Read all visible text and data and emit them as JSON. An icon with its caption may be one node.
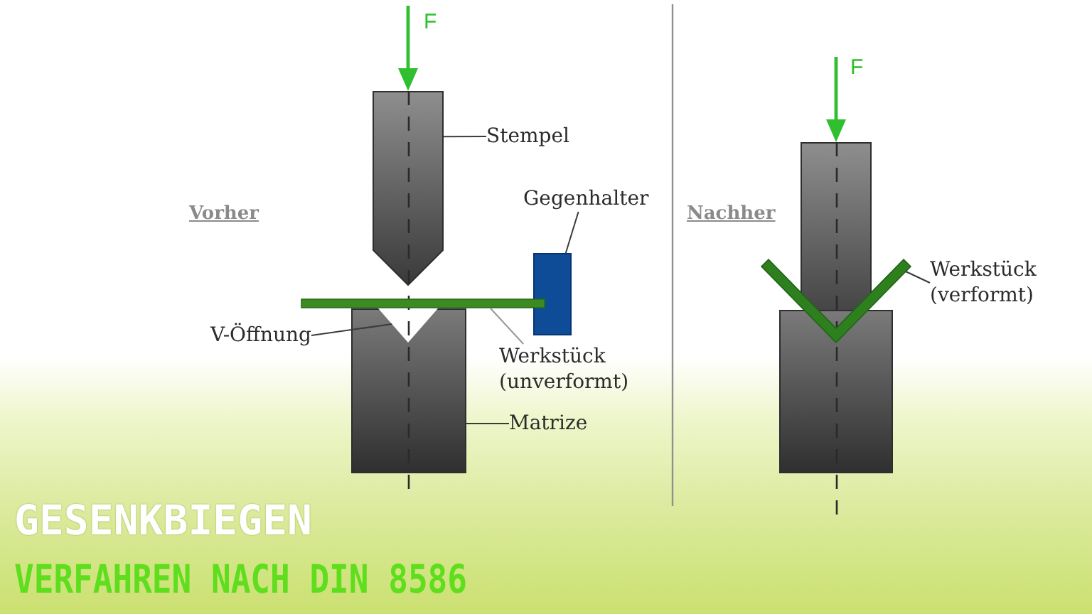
{
  "diagram": {
    "title": "GESENKBIEGEN",
    "caption": "VERFAHREN NACH DIN 8586",
    "nodes": [
      {
        "text": [
          "Stempel"
        ]
      },
      {
        "text": [],
        "shape": "pentagon"
      },
      {
        "text": [
          "Gegenhalter"
        ]
      },
      {
        "text": [],
        "shape": "box"
      },
      {
        "text": [],
        "shape": "bar"
      },
      {
        "text": [
          "V-Öffnung"
        ]
      },
      {
        "text": [],
        "shape": "box"
      },
      {
        "text": [],
        "shape": "triangle",
        "in": 6
      },
      {
        "text": [
          "Werkstück (unverformt)"
        ]
      },
      {
        "text": [
          "Matrize"
        ]
      },
      {
        "text": [
          "Werkstück (verformt)"
        ]
      },
      {
        "text": [],
        "shape": "bar"
      }
    ],
    "edges": [
      {
        "from": 0,
        "to": 1,
        "arrow": "none"
      },
      {
        "from": 2,
        "to": 3,
        "arrow": "none"
      },
      {
        "from": 5,
        "to": 7,
        "arrow": "none"
      },
      {
        "from": 8,
        "to": 4,
        "arrow": "none",
        "color": "#999999"
      },
      {
        "from": 9,
        "to": 6,
        "arrow": "none"
      },
      {
        "from": 10,
        "to": 11,
        "arrow": "none"
      }
    ],
    "labels": [
      "F",
      "F",
      "Vorher",
      "Nachher"
    ]
  }
}
